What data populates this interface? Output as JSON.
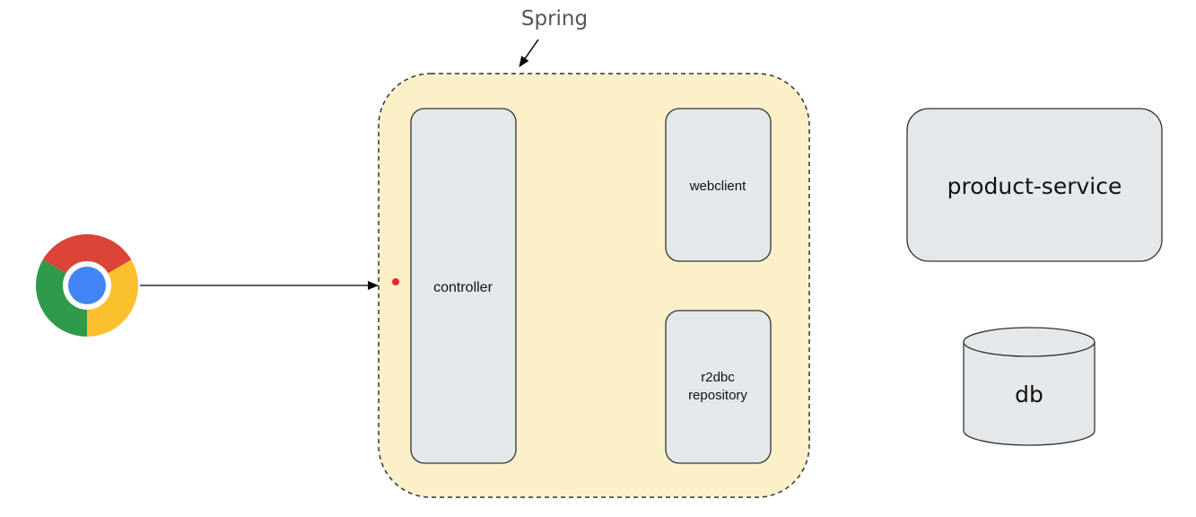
{
  "labels": {
    "group_title": "Spring",
    "controller": "controller",
    "webclient": "webclient",
    "r2dbc_line1": "r2dbc",
    "r2dbc_line2": "repository",
    "product_service": "product-service",
    "db": "db"
  },
  "icons": {
    "browser": "chrome-icon"
  },
  "colors": {
    "group_fill": "#fbf0c8",
    "box_fill": "#e5e8eb",
    "box_stroke": "#333333",
    "marker_dot": "#e8262b",
    "title_text": "#555555"
  }
}
